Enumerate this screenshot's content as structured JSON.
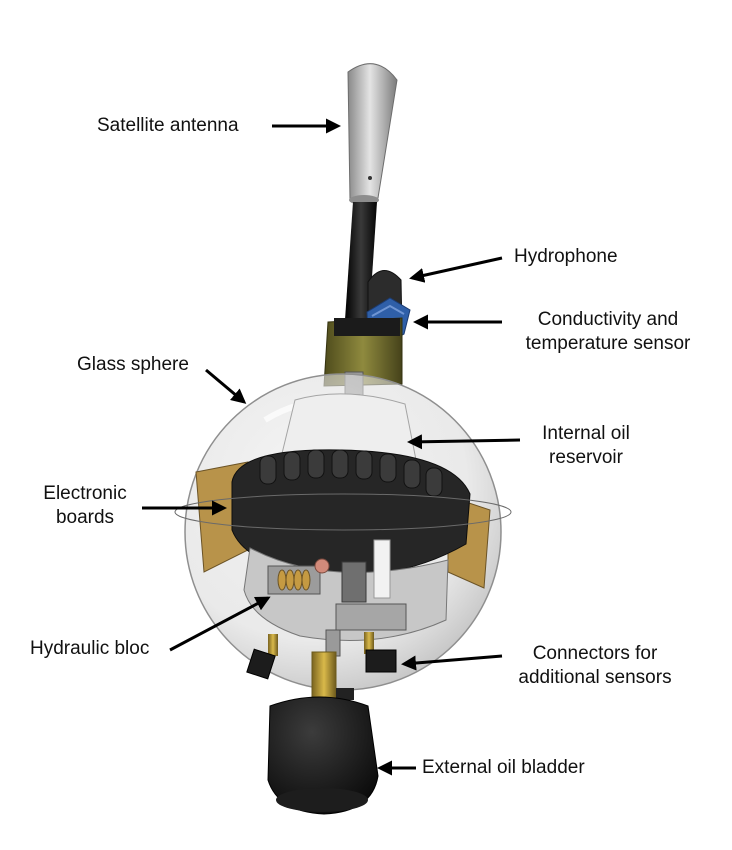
{
  "labels": {
    "satellite_antenna": "Satellite antenna",
    "hydrophone": "Hydrophone",
    "ct_sensor_line1": "Conductivity and",
    "ct_sensor_line2": "temperature sensor",
    "glass_sphere": "Glass sphere",
    "internal_oil_line1": "Internal oil",
    "internal_oil_line2": "reservoir",
    "electronic_line1": "Electronic",
    "electronic_line2": "boards",
    "hydraulic_bloc": "Hydraulic bloc",
    "connectors_line1": "Connectors for",
    "connectors_line2": "additional sensors",
    "external_bladder": "External oil bladder"
  },
  "colors": {
    "antenna": "#b9b9b9",
    "mast": "#1a1a1a",
    "collar": "#6e6a2c",
    "sensor_blue": "#2f5fa8",
    "electronics": "#b8934a",
    "bladder": "#151515",
    "arrow": "#000000"
  }
}
